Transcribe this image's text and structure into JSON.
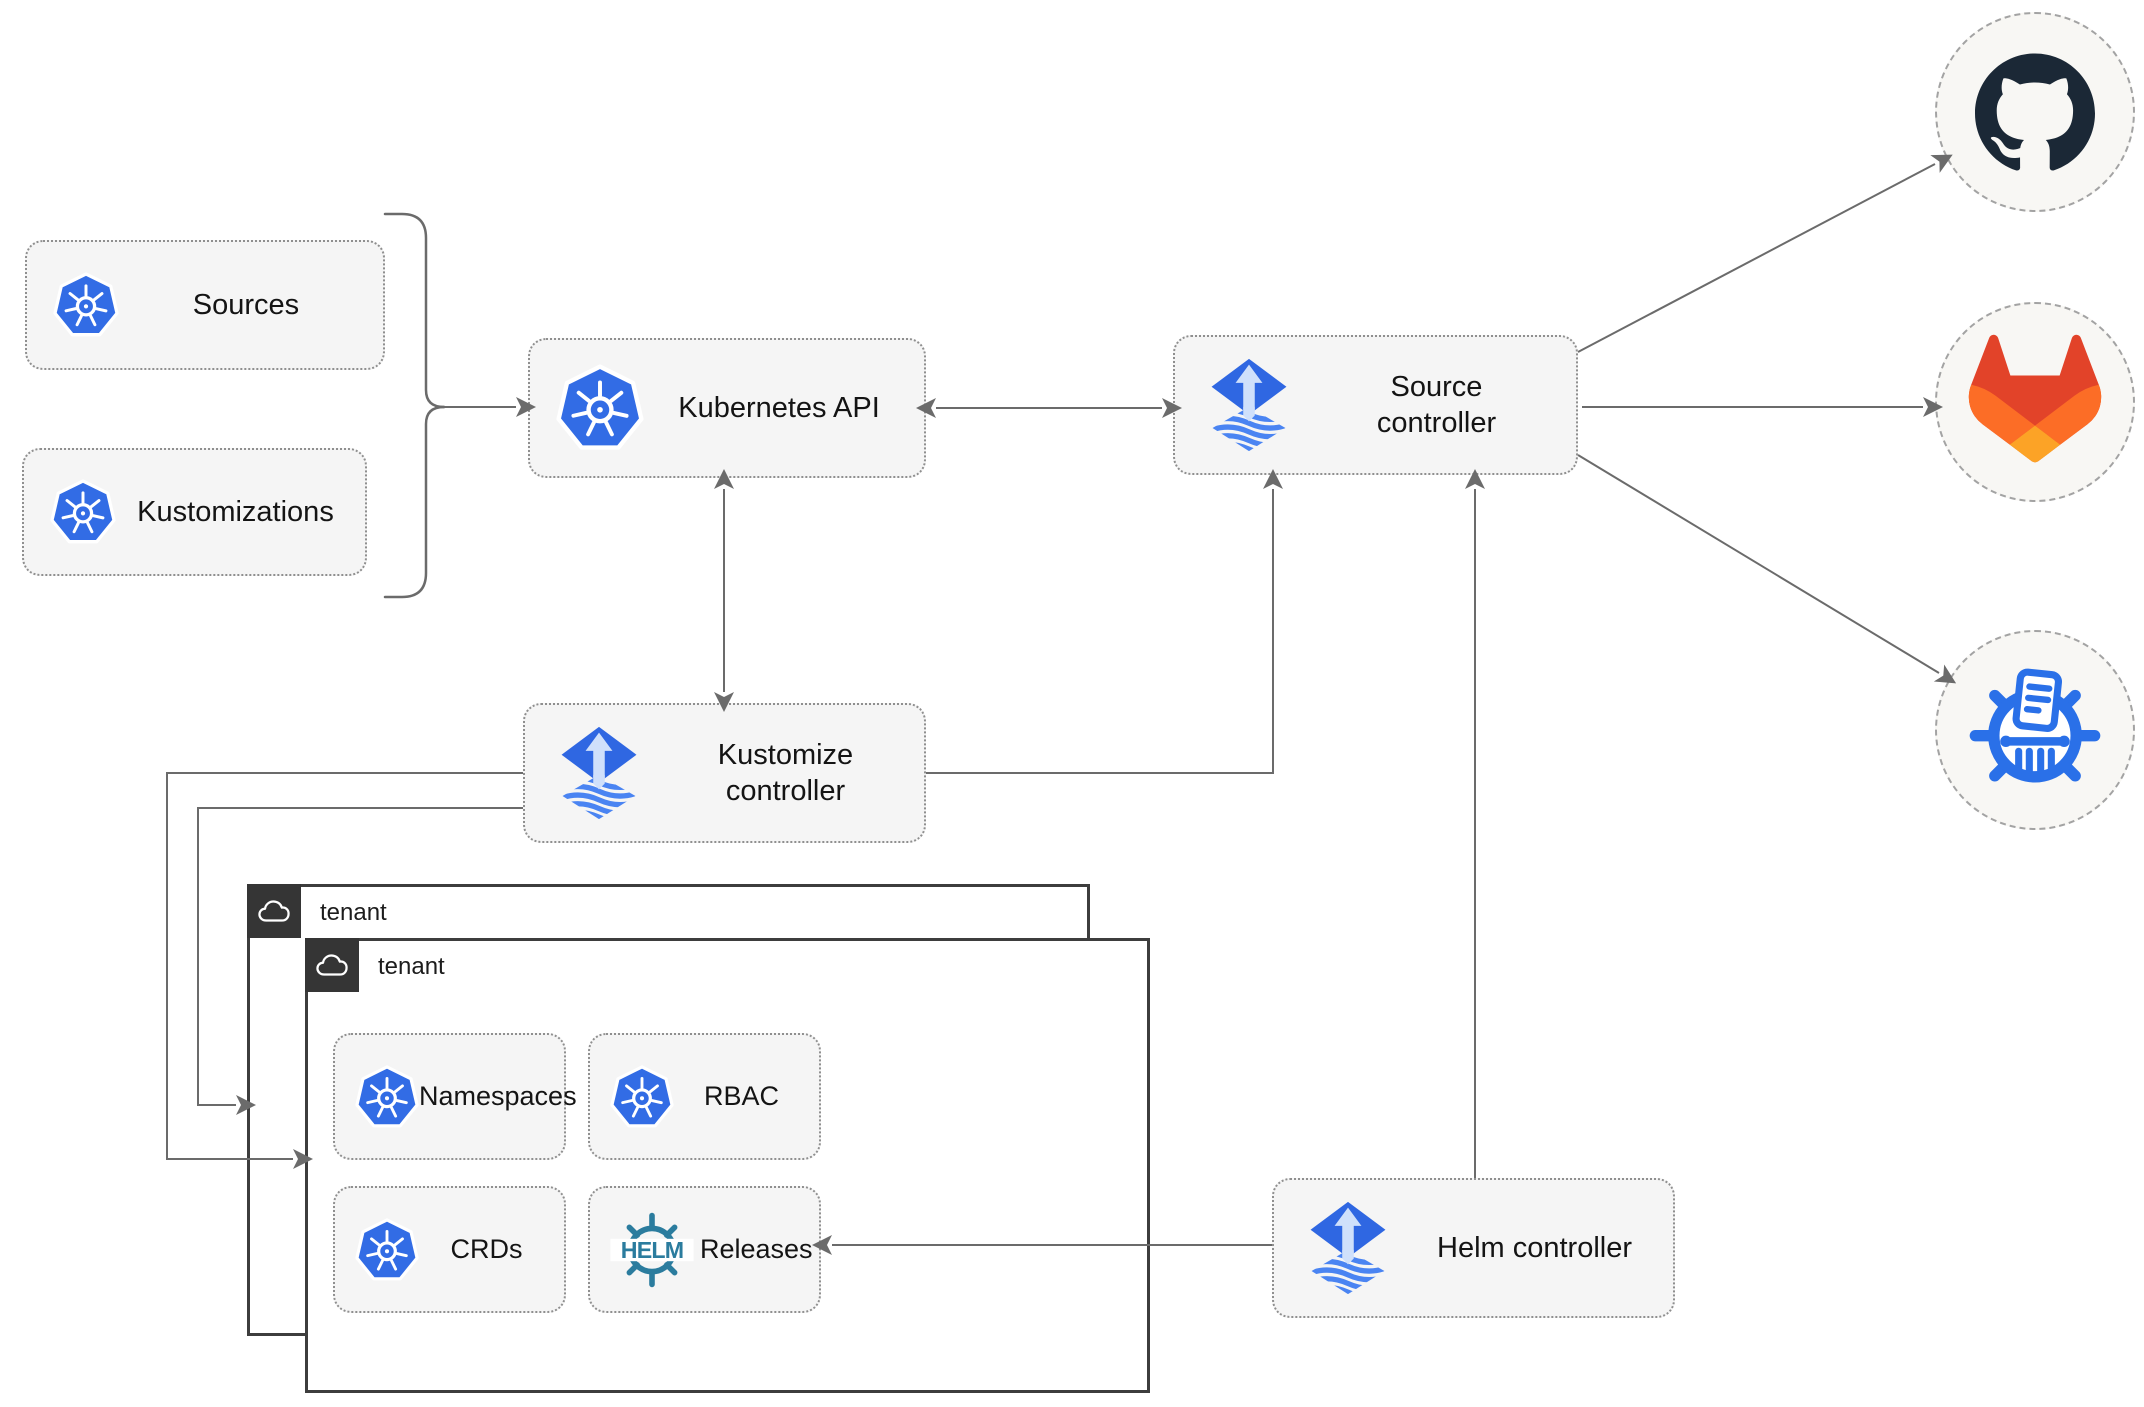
{
  "nodes": {
    "sources": {
      "label": "Sources",
      "icon": "kubernetes-icon"
    },
    "kustomizations": {
      "label": "Kustomizations",
      "icon": "kubernetes-icon"
    },
    "kubernetes_api": {
      "label": "Kubernetes API",
      "icon": "kubernetes-icon"
    },
    "source_controller": {
      "label": "Source controller",
      "icon": "flux-icon"
    },
    "kustomize_controller": {
      "label": "Kustomize controller",
      "icon": "flux-icon"
    },
    "helm_controller": {
      "label": "Helm controller",
      "icon": "flux-icon"
    },
    "namespaces": {
      "label": "Namespaces",
      "icon": "kubernetes-icon"
    },
    "rbac": {
      "label": "RBAC",
      "icon": "kubernetes-icon"
    },
    "crds": {
      "label": "CRDs",
      "icon": "kubernetes-icon"
    },
    "releases": {
      "label": "Releases",
      "icon": "helm-icon"
    }
  },
  "tenants": [
    {
      "label": "tenant",
      "icon": "cloud-icon"
    },
    {
      "label": "tenant",
      "icon": "cloud-icon"
    }
  ],
  "endpoints": {
    "github": {
      "icon": "github-octocat-icon"
    },
    "gitlab": {
      "icon": "gitlab-tanuki-icon"
    },
    "chart_repository": {
      "icon": "chartmuseum-wheel-icon"
    }
  },
  "logo_text": {
    "helm": "HELM"
  },
  "colors": {
    "kubernetes_blue": "#326ce5",
    "flux_blue": "#2f67e2",
    "flux_stripe": "#4a84f2",
    "helm_teal": "#2b7c9e",
    "github_dark": "#1b2836",
    "gitlab_red": "#e24329",
    "gitlab_orange": "#fc6d26",
    "gitlab_yellow": "#fca326",
    "chartmuseum_blue": "#2a70e8",
    "line_gray": "#6b6b6b",
    "node_fill": "#f5f5f5",
    "tenant_badge": "#353535"
  }
}
